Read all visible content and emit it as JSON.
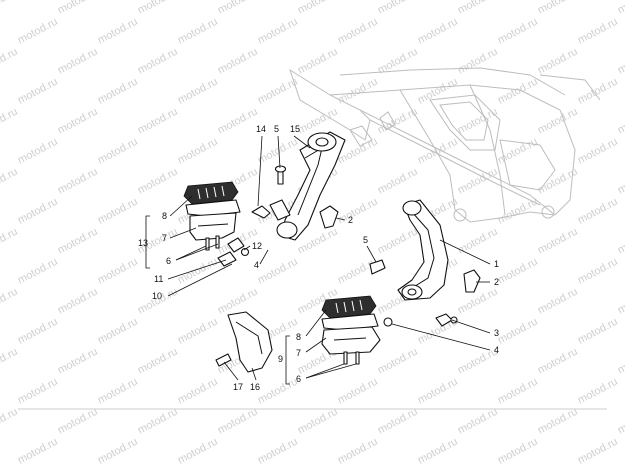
{
  "watermark": {
    "text": "motod.ru"
  },
  "callouts": {
    "c1": "1",
    "c2a": "2",
    "c2b": "2",
    "c3": "3",
    "c4a": "4",
    "c4b": "4",
    "c5a": "5",
    "c5b": "5",
    "c6a": "6",
    "c6b": "6",
    "c7a": "7",
    "c7b": "7",
    "c8a": "8",
    "c8b": "8",
    "c9": "9",
    "c10": "10",
    "c11": "11",
    "c12": "12",
    "c13": "13",
    "c14": "14",
    "c15": "15",
    "c16": "16",
    "c17": "17"
  },
  "colors": {
    "line": "#111111",
    "frame": "#bdbdbd",
    "watermark": "#cfcfcf"
  }
}
